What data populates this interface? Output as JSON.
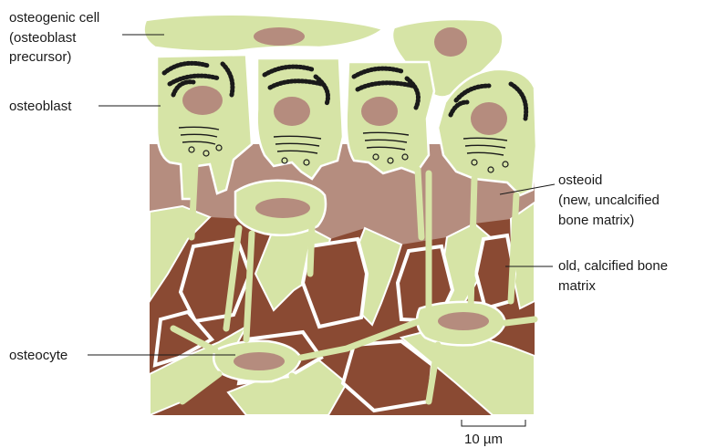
{
  "labels": {
    "osteogenic": [
      "osteogenic cell",
      "(osteoblast",
      "precursor)"
    ],
    "osteoblast": "osteoblast",
    "osteocyte": "osteocyte",
    "osteoid": [
      "osteoid",
      "(new, uncalcified",
      "bone matrix)"
    ],
    "old_bone": [
      "old, calcified bone",
      "matrix"
    ]
  },
  "scale_bar": {
    "label": "10 µm"
  },
  "colors": {
    "cell_cytoplasm": "#d6e4a6",
    "nucleus": "#b58c7e",
    "osteoid": "#b58d7f",
    "calcified_bone": "#8a4a33",
    "outline": "#ffffff",
    "text": "#1a1a1a"
  }
}
